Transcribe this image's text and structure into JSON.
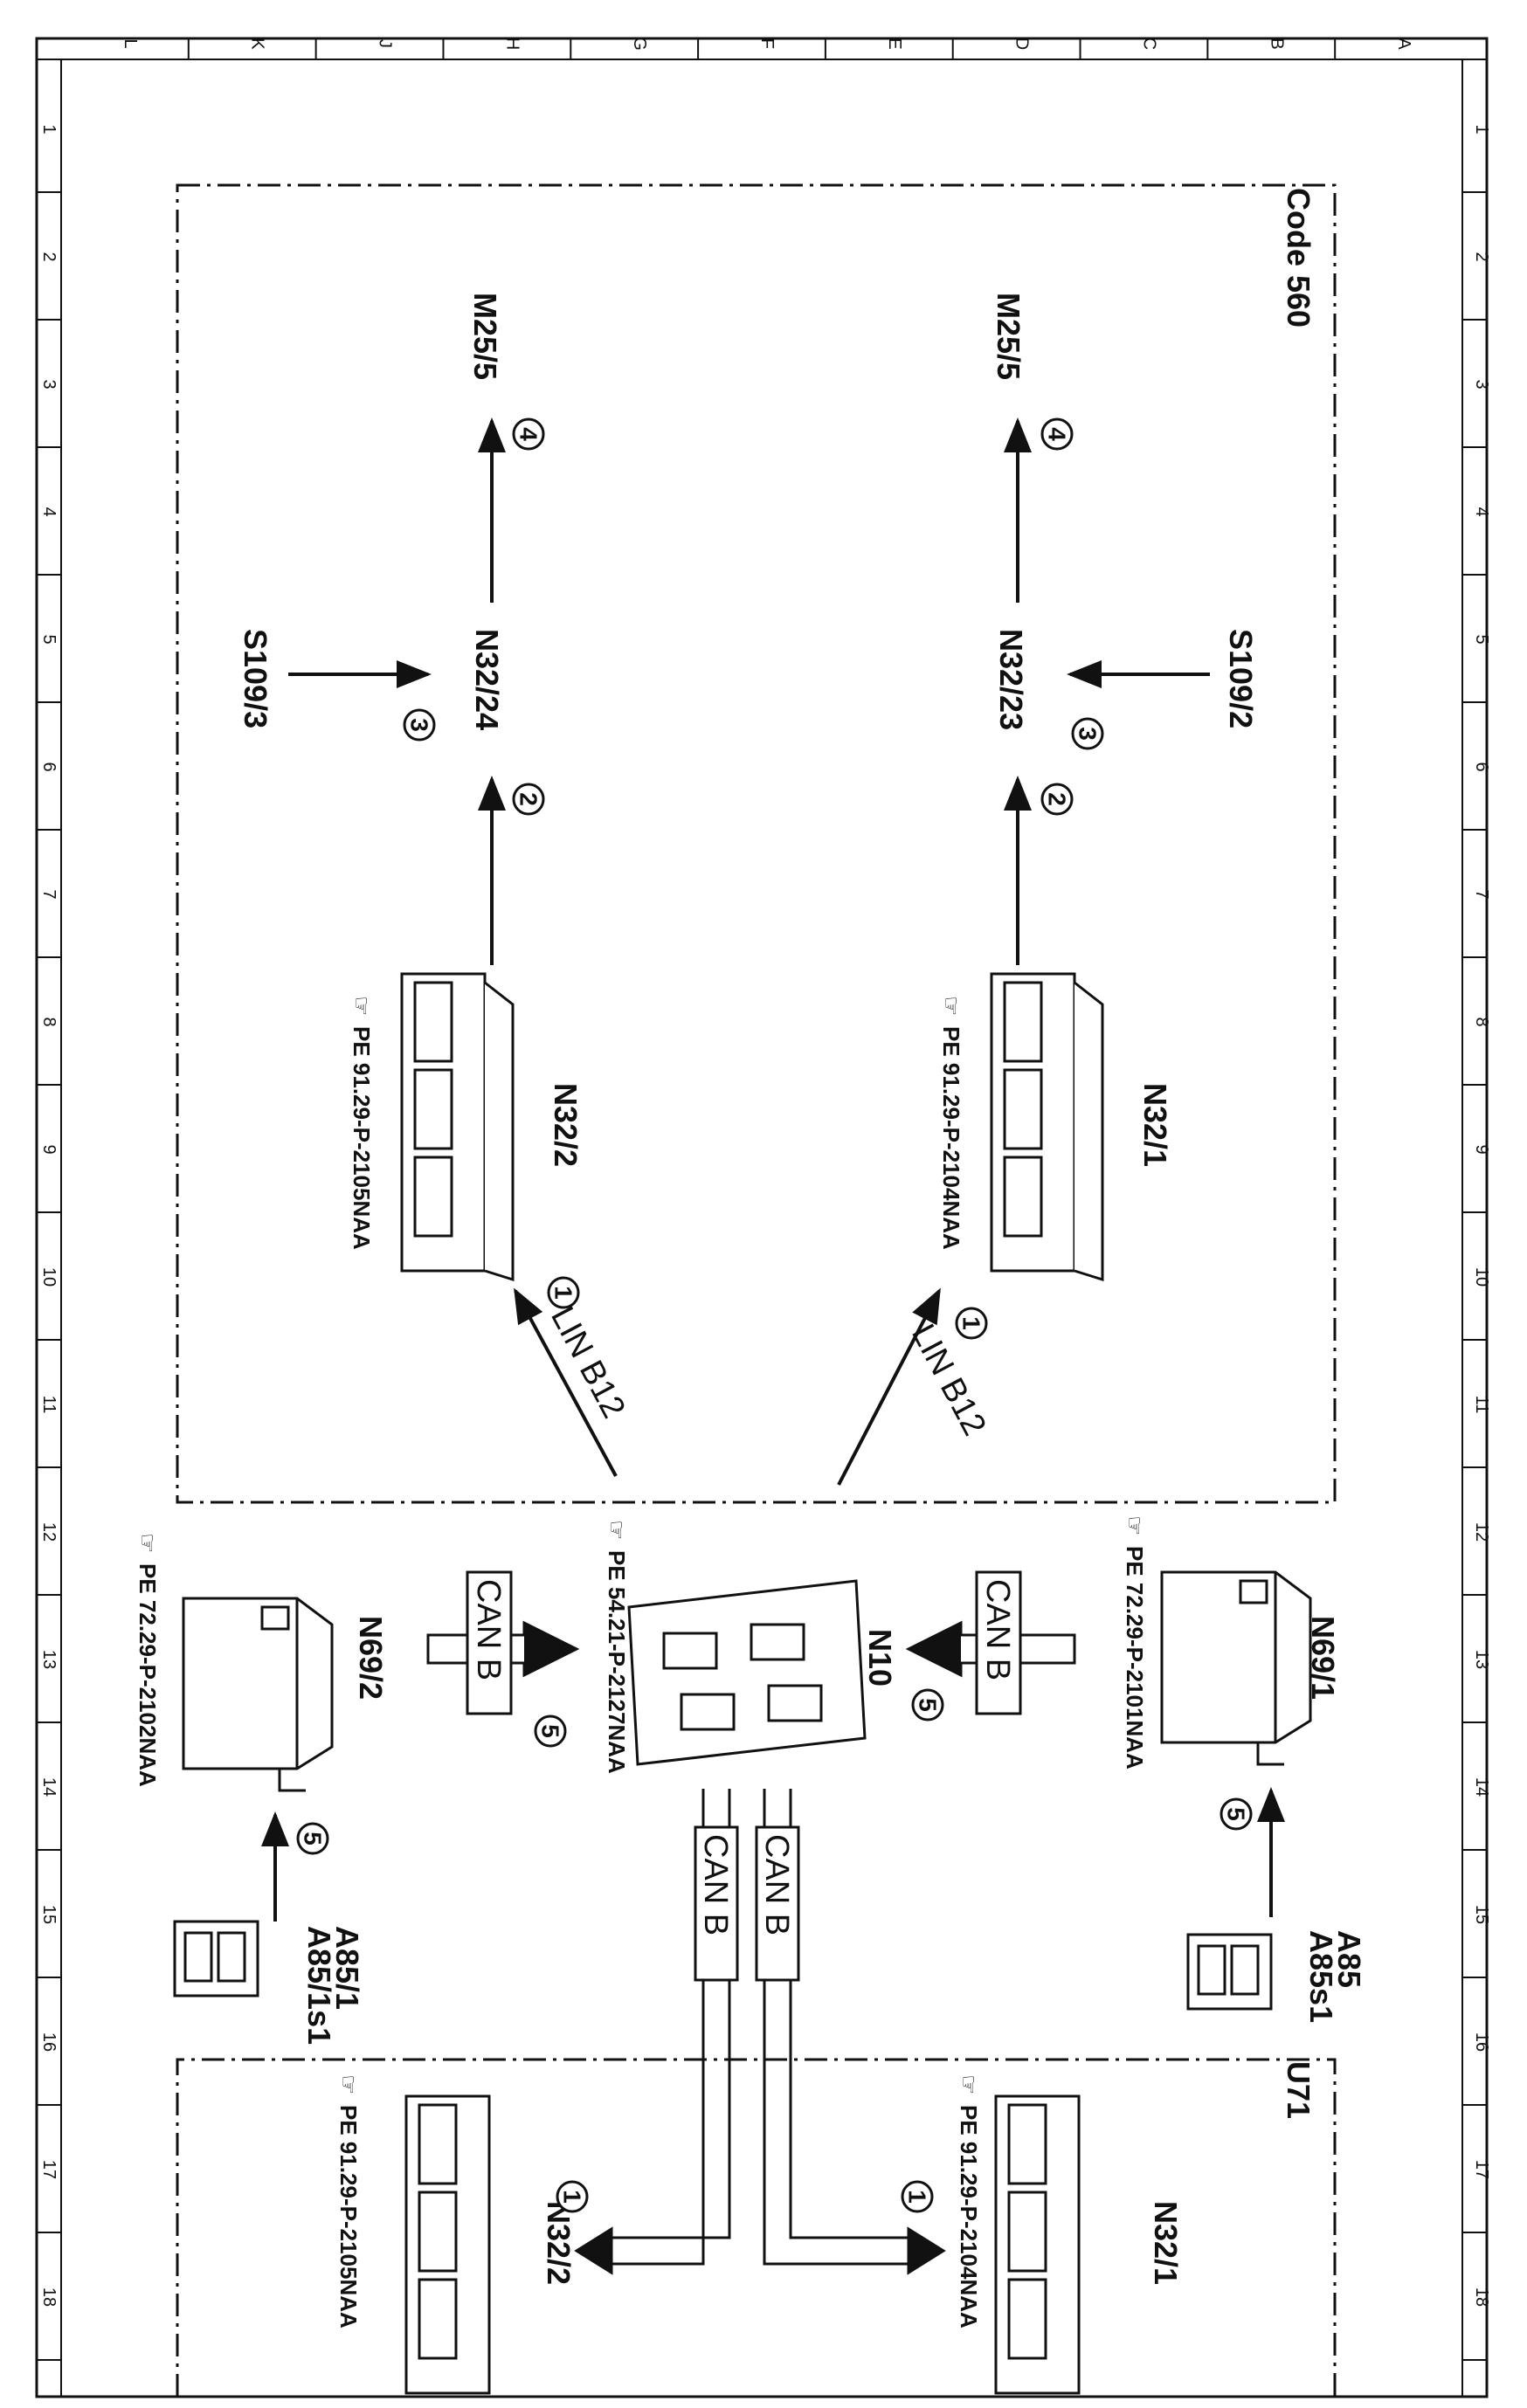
{
  "frame": {
    "top_letters": [
      "L",
      "K",
      "J",
      "H",
      "G",
      "F",
      "E",
      "D",
      "C",
      "B",
      "A"
    ],
    "side_numbers": [
      "1",
      "2",
      "3",
      "4",
      "5",
      "6",
      "7",
      "8",
      "9",
      "10",
      "11",
      "12",
      "13",
      "14",
      "15",
      "16",
      "17",
      "18"
    ]
  },
  "regions": {
    "code560": "Code 560",
    "u71": "U71"
  },
  "components": {
    "m25_5_right": "M25/5",
    "m25_5_left": "M25/5",
    "n32_23": "N32/23",
    "n32_24": "N32/24",
    "s109_2": "S109/2",
    "s109_3": "S109/3",
    "n32_1_top": "N32/1",
    "n32_2_top": "N32/2",
    "n69_1": "N69/1",
    "n69_2": "N69/2",
    "n10": "N10",
    "a85": "A85",
    "a85s1": "A85s1",
    "a85_1": "A85/1",
    "a85_1s1": "A85/1s1",
    "n32_1_bottom": "N32/1",
    "n32_2_bottom": "N32/2"
  },
  "references": {
    "n32_1_top": "PE 91.29-P-2104NAA",
    "n32_2_top": "PE 91.29-P-2105NAA",
    "n69_1": "PE 72.29-P-2101NAA",
    "n69_2": "PE 72.29-P-2102NAA",
    "n10": "PE 54.21-P-2127NAA",
    "n32_1_bottom": "PE 91.29-P-2104NAA",
    "n32_2_bottom": "PE 91.29-P-2105NAA"
  },
  "buses": {
    "lin_right": "LIN B12",
    "lin_left": "LIN B12",
    "can_n69_1": "CAN B",
    "can_n69_2": "CAN B",
    "can_vert_right": "CAN B",
    "can_vert_left": "CAN B"
  },
  "step_markers": {
    "lin_right": "1",
    "lin_left": "1",
    "can_n32_1": "1",
    "can_n32_2": "1",
    "to_n32_23": "2",
    "to_n32_24": "2",
    "s109_2_to_n32_23": "3",
    "s109_3_to_n32_24": "3",
    "to_m25_5_right": "4",
    "to_m25_5_left": "4",
    "can_n69_1_to_n10": "5",
    "can_n69_2_to_n10": "5",
    "a85_to_n69_1": "5",
    "a85_1_to_n69_2": "5"
  }
}
